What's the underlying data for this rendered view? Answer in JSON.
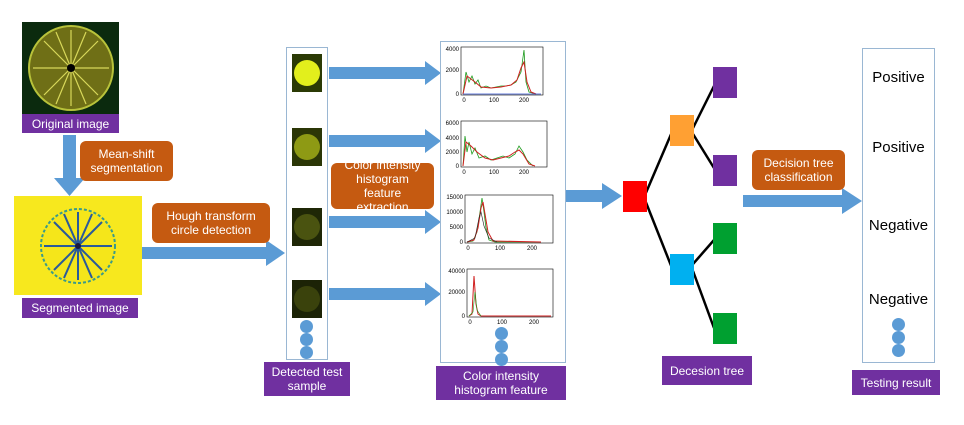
{
  "labels": {
    "original_image": "Original image",
    "segmented_image": "Segmented image",
    "detected_test_sample": "Detected test sample",
    "color_intensity_histogram_feature": "Color intensity histogram feature",
    "decision_tree_label": "Decesion tree",
    "testing_result": "Testing result"
  },
  "steps": {
    "mean_shift": "Mean-shift segmentation",
    "hough": "Hough transform circle detection",
    "extraction": "Color intensity histogram feature extraction",
    "classification": "Decision tree classification"
  },
  "results": [
    "Positive",
    "Positive",
    "Negative",
    "Negative"
  ],
  "histograms": [
    {
      "yticks": [
        "4000",
        "2000",
        "0"
      ],
      "xticks": [
        "0",
        "100",
        "200"
      ]
    },
    {
      "yticks": [
        "6000",
        "4000",
        "2000",
        "0"
      ],
      "xticks": [
        "0",
        "100",
        "200"
      ]
    },
    {
      "yticks": [
        "15000",
        "10000",
        "5000",
        "0"
      ],
      "xticks": [
        "0",
        "100",
        "200"
      ]
    },
    {
      "yticks": [
        "40000",
        "20000",
        "0"
      ],
      "xticks": [
        "0",
        "100",
        "200"
      ]
    }
  ],
  "colors": {
    "arrow": "#5b9bd5",
    "label_box": "#7030a0",
    "step_box": "#c55a11",
    "tree_root": "#ff0000",
    "tree_mid_top": "#ffa033",
    "tree_mid_bottom": "#00b0f0",
    "tree_leaf_top": "#7030a0",
    "tree_leaf_bottom": "#00a030"
  }
}
